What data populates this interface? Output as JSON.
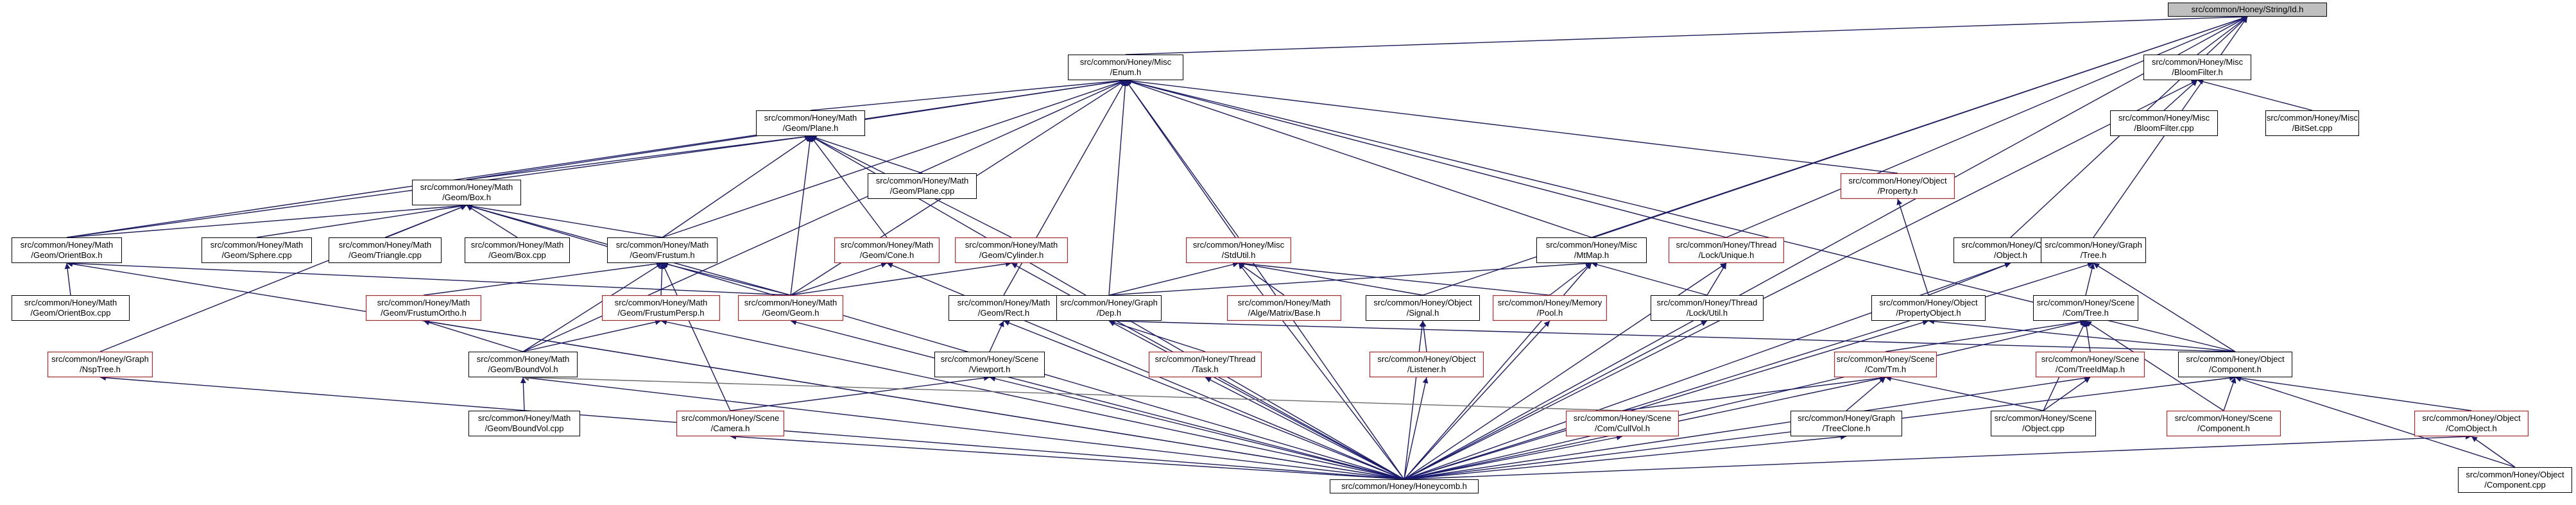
{
  "graph": {
    "edge_color": "#191970",
    "context_edge_color": "#6b6b6b",
    "node_border": "#000000",
    "highlight_border": "#ff0000",
    "root_fill": "#bfbfbf",
    "nodes": [
      {
        "id": "root",
        "lines": [
          "src/common/Honey/String/Id.h"
        ],
        "style": "root"
      },
      {
        "id": "enum",
        "lines": [
          "src/common/Honey/Misc",
          "/Enum.h"
        ],
        "style": "normal"
      },
      {
        "id": "bloomh",
        "lines": [
          "src/common/Honey/Misc",
          "/BloomFilter.h"
        ],
        "style": "normal"
      },
      {
        "id": "plane",
        "lines": [
          "src/common/Honey/Math",
          "/Geom/Plane.h"
        ],
        "style": "normal"
      },
      {
        "id": "box",
        "lines": [
          "src/common/Honey/Math",
          "/Geom/Box.h"
        ],
        "style": "normal"
      },
      {
        "id": "planecpp",
        "lines": [
          "src/common/Honey/Math",
          "/Geom/Plane.cpp"
        ],
        "style": "normal"
      },
      {
        "id": "property",
        "lines": [
          "src/common/Honey/Object",
          "/Property.h"
        ],
        "style": "red"
      },
      {
        "id": "bloomcpp",
        "lines": [
          "src/common/Honey/Misc",
          "/BloomFilter.cpp"
        ],
        "style": "normal"
      },
      {
        "id": "bitset",
        "lines": [
          "src/common/Honey/Misc",
          "/BitSet.cpp"
        ],
        "style": "normal"
      },
      {
        "id": "orientbox",
        "lines": [
          "src/common/Honey/Math",
          "/Geom/OrientBox.h"
        ],
        "style": "normal"
      },
      {
        "id": "sphere",
        "lines": [
          "src/common/Honey/Math",
          "/Geom/Sphere.cpp"
        ],
        "style": "normal"
      },
      {
        "id": "triangle",
        "lines": [
          "src/common/Honey/Math",
          "/Geom/Triangle.cpp"
        ],
        "style": "normal"
      },
      {
        "id": "boxcpp",
        "lines": [
          "src/common/Honey/Math",
          "/Geom/Box.cpp"
        ],
        "style": "normal"
      },
      {
        "id": "frustum",
        "lines": [
          "src/common/Honey/Math",
          "/Geom/Frustum.h"
        ],
        "style": "normal"
      },
      {
        "id": "cone",
        "lines": [
          "src/common/Honey/Math",
          "/Geom/Cone.h"
        ],
        "style": "red"
      },
      {
        "id": "cylinder",
        "lines": [
          "src/common/Honey/Math",
          "/Geom/Cylinder.h"
        ],
        "style": "red"
      },
      {
        "id": "stdutil",
        "lines": [
          "src/common/Honey/Misc",
          "/StdUtil.h"
        ],
        "style": "red"
      },
      {
        "id": "mtmap",
        "lines": [
          "src/common/Honey/Misc",
          "/MtMap.h"
        ],
        "style": "normal"
      },
      {
        "id": "unique",
        "lines": [
          "src/common/Honey/Thread",
          "/Lock/Unique.h"
        ],
        "style": "red"
      },
      {
        "id": "object",
        "lines": [
          "src/common/Honey/Object",
          "/Object.h"
        ],
        "style": "normal"
      },
      {
        "id": "tree",
        "lines": [
          "src/common/Honey/Graph",
          "/Tree.h"
        ],
        "style": "normal"
      },
      {
        "id": "orientboxcpp",
        "lines": [
          "src/common/Honey/Math",
          "/Geom/OrientBox.cpp"
        ],
        "style": "normal"
      },
      {
        "id": "frustumortho",
        "lines": [
          "src/common/Honey/Math",
          "/Geom/FrustumOrtho.h"
        ],
        "style": "red"
      },
      {
        "id": "frustumpersp",
        "lines": [
          "src/common/Honey/Math",
          "/Geom/FrustumPersp.h"
        ],
        "style": "red"
      },
      {
        "id": "geom",
        "lines": [
          "src/common/Honey/Math",
          "/Geom/Geom.h"
        ],
        "style": "red"
      },
      {
        "id": "rect",
        "lines": [
          "src/common/Honey/Math",
          "/Geom/Rect.h"
        ],
        "style": "normal"
      },
      {
        "id": "dep",
        "lines": [
          "src/common/Honey/Graph",
          "/Dep.h"
        ],
        "style": "normal"
      },
      {
        "id": "algebase",
        "lines": [
          "src/common/Honey/Math",
          "/Alge/Matrix/Base.h"
        ],
        "style": "red"
      },
      {
        "id": "signal",
        "lines": [
          "src/common/Honey/Object",
          "/Signal.h"
        ],
        "style": "normal"
      },
      {
        "id": "pool",
        "lines": [
          "src/common/Honey/Memory",
          "/Pool.h"
        ],
        "style": "red"
      },
      {
        "id": "lockutil",
        "lines": [
          "src/common/Honey/Thread",
          "/Lock/Util.h"
        ],
        "style": "normal"
      },
      {
        "id": "propobj",
        "lines": [
          "src/common/Honey/Object",
          "/PropertyObject.h"
        ],
        "style": "normal"
      },
      {
        "id": "comtree",
        "lines": [
          "src/common/Honey/Scene",
          "/Com/Tree.h"
        ],
        "style": "normal"
      },
      {
        "id": "nsptree",
        "lines": [
          "src/common/Honey/Graph",
          "/NspTree.h"
        ],
        "style": "red"
      },
      {
        "id": "boundvol",
        "lines": [
          "src/common/Honey/Math",
          "/Geom/BoundVol.h"
        ],
        "style": "normal"
      },
      {
        "id": "viewport",
        "lines": [
          "src/common/Honey/Scene",
          "/Viewport.h"
        ],
        "style": "normal"
      },
      {
        "id": "task",
        "lines": [
          "src/common/Honey/Thread",
          "/Task.h"
        ],
        "style": "red"
      },
      {
        "id": "listener",
        "lines": [
          "src/common/Honey/Object",
          "/Listener.h"
        ],
        "style": "red"
      },
      {
        "id": "comtm",
        "lines": [
          "src/common/Honey/Scene",
          "/Com/Tm.h"
        ],
        "style": "red"
      },
      {
        "id": "treeidmap",
        "lines": [
          "src/common/Honey/Scene",
          "/Com/TreeIdMap.h"
        ],
        "style": "red"
      },
      {
        "id": "component",
        "lines": [
          "src/common/Honey/Object",
          "/Component.h"
        ],
        "style": "normal"
      },
      {
        "id": "boundvolcpp",
        "lines": [
          "src/common/Honey/Math",
          "/Geom/BoundVol.cpp"
        ],
        "style": "normal"
      },
      {
        "id": "camera",
        "lines": [
          "src/common/Honey/Scene",
          "/Camera.h"
        ],
        "style": "red"
      },
      {
        "id": "cullvol",
        "lines": [
          "src/common/Honey/Scene",
          "/Com/CullVol.h"
        ],
        "style": "red"
      },
      {
        "id": "treeclone",
        "lines": [
          "src/common/Honey/Graph",
          "/TreeClone.h"
        ],
        "style": "normal"
      },
      {
        "id": "sceneobj",
        "lines": [
          "src/common/Honey/Scene",
          "/Object.cpp"
        ],
        "style": "normal"
      },
      {
        "id": "scenecomp",
        "lines": [
          "src/common/Honey/Scene",
          "/Component.h"
        ],
        "style": "red"
      },
      {
        "id": "comobject",
        "lines": [
          "src/common/Honey/Object",
          "/ComObject.h"
        ],
        "style": "red"
      },
      {
        "id": "honeycomb",
        "lines": [
          "src/common/Honey/Honeycomb.h"
        ],
        "style": "normal"
      },
      {
        "id": "componentcpp",
        "lines": [
          "src/common/Honey/Object",
          "/Component.cpp"
        ],
        "style": "normal"
      }
    ],
    "edges": [
      [
        "enum",
        "root"
      ],
      [
        "bloomh",
        "root"
      ],
      [
        "mtmap",
        "root"
      ],
      [
        "signal",
        "root"
      ],
      [
        "object",
        "root"
      ],
      [
        "tree",
        "root"
      ],
      [
        "unique",
        "root"
      ],
      [
        "honeycomb",
        "root"
      ],
      [
        "bloomcpp",
        "bloomh"
      ],
      [
        "bitset",
        "bloomh"
      ],
      [
        "honeycomb",
        "bloomh"
      ],
      [
        "plane",
        "enum"
      ],
      [
        "box",
        "enum"
      ],
      [
        "orientbox",
        "enum"
      ],
      [
        "frustum",
        "enum"
      ],
      [
        "geom",
        "enum"
      ],
      [
        "rect",
        "enum"
      ],
      [
        "dep",
        "enum"
      ],
      [
        "stdutil",
        "enum"
      ],
      [
        "mtmap",
        "enum"
      ],
      [
        "unique",
        "enum"
      ],
      [
        "property",
        "enum"
      ],
      [
        "component",
        "enum"
      ],
      [
        "honeycomb",
        "enum"
      ],
      [
        "boundvol",
        "enum"
      ],
      [
        "box",
        "plane"
      ],
      [
        "orientbox",
        "plane"
      ],
      [
        "frustum",
        "plane"
      ],
      [
        "planecpp",
        "plane"
      ],
      [
        "cone",
        "plane"
      ],
      [
        "cylinder",
        "plane"
      ],
      [
        "geom",
        "plane"
      ],
      [
        "honeycomb",
        "plane"
      ],
      [
        "orientbox",
        "box"
      ],
      [
        "sphere",
        "box"
      ],
      [
        "triangle",
        "box"
      ],
      [
        "boxcpp",
        "box"
      ],
      [
        "frustum",
        "box"
      ],
      [
        "geom",
        "box"
      ],
      [
        "nsptree",
        "box"
      ],
      [
        "honeycomb",
        "box"
      ],
      [
        "orientboxcpp",
        "orientbox"
      ],
      [
        "geom",
        "orientbox"
      ],
      [
        "honeycomb",
        "orientbox"
      ],
      [
        "frustumortho",
        "frustum"
      ],
      [
        "frustumpersp",
        "frustum"
      ],
      [
        "geom",
        "frustum"
      ],
      [
        "boundvol",
        "frustum"
      ],
      [
        "camera",
        "frustum"
      ],
      [
        "geom",
        "cone"
      ],
      [
        "honeycomb",
        "cone"
      ],
      [
        "geom",
        "cylinder"
      ],
      [
        "honeycomb",
        "cylinder"
      ],
      [
        "boundvol",
        "frustumortho"
      ],
      [
        "honeycomb",
        "frustumortho"
      ],
      [
        "boundvol",
        "frustumpersp"
      ],
      [
        "honeycomb",
        "frustumpersp"
      ],
      [
        "honeycomb",
        "geom"
      ],
      [
        "boundvolcpp",
        "boundvol"
      ],
      [
        "honeycomb",
        "boundvol"
      ],
      [
        "viewport",
        "rect"
      ],
      [
        "honeycomb",
        "rect"
      ],
      [
        "camera",
        "viewport"
      ],
      [
        "honeycomb",
        "viewport"
      ],
      [
        "honeycomb",
        "camera"
      ],
      [
        "dep",
        "stdutil"
      ],
      [
        "algebase",
        "stdutil"
      ],
      [
        "signal",
        "stdutil"
      ],
      [
        "pool",
        "stdutil"
      ],
      [
        "honeycomb",
        "stdutil"
      ],
      [
        "task",
        "dep"
      ],
      [
        "honeycomb",
        "dep"
      ],
      [
        "component",
        "dep"
      ],
      [
        "honeycomb",
        "task"
      ],
      [
        "listener",
        "signal"
      ],
      [
        "honeycomb",
        "signal"
      ],
      [
        "honeycomb",
        "listener"
      ],
      [
        "pool",
        "mtmap"
      ],
      [
        "lockutil",
        "mtmap"
      ],
      [
        "dep",
        "mtmap"
      ],
      [
        "honeycomb",
        "mtmap"
      ],
      [
        "honeycomb",
        "pool"
      ],
      [
        "lockutil",
        "unique"
      ],
      [
        "honeycomb",
        "unique"
      ],
      [
        "honeycomb",
        "lockutil"
      ],
      [
        "propobj",
        "property"
      ],
      [
        "propobj",
        "object"
      ],
      [
        "honeycomb",
        "object"
      ],
      [
        "component",
        "propobj"
      ],
      [
        "honeycomb",
        "propobj"
      ],
      [
        "comtree",
        "tree"
      ],
      [
        "component",
        "tree"
      ],
      [
        "honeycomb",
        "tree"
      ],
      [
        "comtm",
        "comtree"
      ],
      [
        "treeidmap",
        "comtree"
      ],
      [
        "sceneobj",
        "comtree"
      ],
      [
        "scenecomp",
        "comtree"
      ],
      [
        "honeycomb",
        "comtree"
      ],
      [
        "cullvol",
        "comtm"
      ],
      [
        "treeclone",
        "comtm"
      ],
      [
        "sceneobj",
        "comtm"
      ],
      [
        "honeycomb",
        "comtm"
      ],
      [
        "sceneobj",
        "treeidmap"
      ],
      [
        "honeycomb",
        "treeidmap"
      ],
      [
        "honeycomb",
        "cullvol"
      ],
      [
        "honeycomb",
        "treeclone"
      ],
      [
        "comobject",
        "component"
      ],
      [
        "scenecomp",
        "component"
      ],
      [
        "componentcpp",
        "component"
      ],
      [
        "honeycomb",
        "component"
      ],
      [
        "componentcpp",
        "comobject"
      ],
      [
        "honeycomb",
        "comobject"
      ],
      [
        "honeycomb",
        "nsptree"
      ]
    ],
    "context_edges": [
      [
        "cullvol",
        "boundvol"
      ]
    ]
  }
}
